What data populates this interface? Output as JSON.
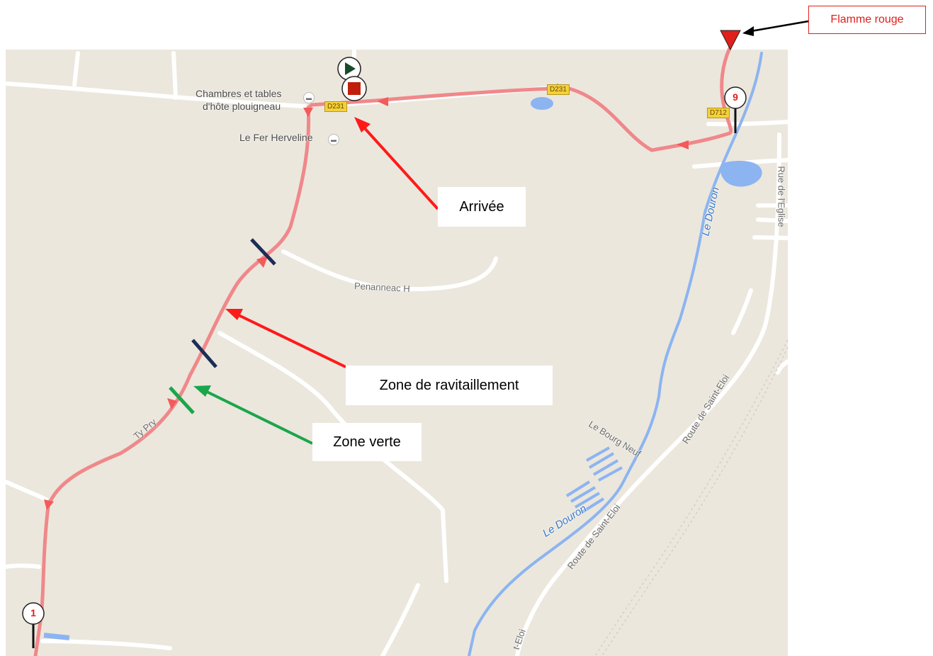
{
  "flamme_rouge": {
    "label": "Flamme rouge",
    "color": "#e0201b"
  },
  "callouts": {
    "arrivee": "Arrivée",
    "ravitaillement": "Zone de ravitaillement",
    "verte": "Zone verte"
  },
  "places": {
    "chambres_line1": "Chambres et tables",
    "chambres_line2": "d'hôte plouigneau",
    "fer_herveline": "Le Fer Herveline",
    "penanneac": "Penanneac H",
    "ty_pry": "Ty Pry",
    "bourg_neuf": "Le Bourg Neuf",
    "rue_eglise": "Rue de l'Eglise",
    "route_st_eloi_1": "Route de Saint-Eloi",
    "route_st_eloi_2": "Route de Saint-Eloi",
    "st_eloi_bottom": "t-Eloi",
    "douron_1": "Le Douron",
    "douron_2": "Le Douron"
  },
  "route_shields": {
    "d231_a": "D231",
    "d231_b": "D231",
    "d712": "D712"
  },
  "km_markers": {
    "km1": "1",
    "km9": "9"
  },
  "colors": {
    "map_bg": "#ebe7dd",
    "route_line": "#f0888a",
    "route_arrow": "#f45a5a",
    "zone_ravitaillement": "#1c2d56",
    "zone_verte": "#1aa64a",
    "arrow_red": "#ff1a1a",
    "arrow_green": "#1aa64a",
    "water": "#8cb4f0"
  }
}
